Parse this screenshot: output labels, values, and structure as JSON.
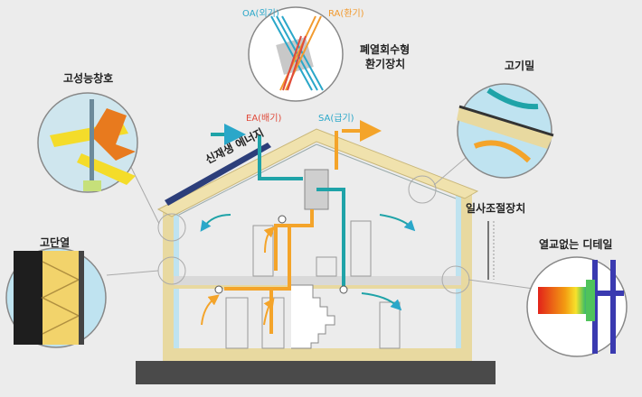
{
  "labels": {
    "oa": "OA(외기)",
    "ra": "RA(환기)",
    "ea": "EA(배기)",
    "sa": "SA(급기)",
    "hrv_line1": "폐열회수형",
    "hrv_line2": "환기장치",
    "window": "고성능창호",
    "airtight": "고기밀",
    "renewable": "신재생 에너지",
    "shading": "일사조절장치",
    "insulation": "고단열",
    "thermal_bridge": "열교없는 디테일"
  },
  "colors": {
    "oa": "#2aa7c9",
    "ra": "#f29a2e",
    "ea": "#e04a3a",
    "sa": "#3ab0d6",
    "duct_supply": "#1fa3a8",
    "duct_exhaust": "#f4a42a",
    "wall": "#e8d9a0",
    "roof": "#f0e2ad",
    "base": "#4a4a4a",
    "solar": "#2c3e7a"
  }
}
